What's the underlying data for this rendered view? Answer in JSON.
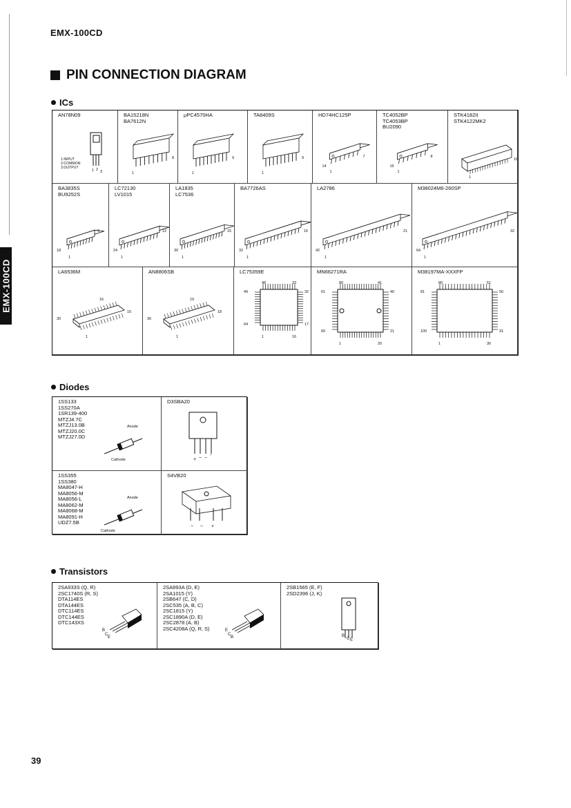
{
  "header": {
    "model": "EMX-100CD",
    "side_tab": "EMX-100CD",
    "page_number": "39"
  },
  "title": "PIN CONNECTION DIAGRAM",
  "sections": {
    "ics": "ICs",
    "diodes": "Diodes",
    "transistors": "Transistors"
  },
  "ics": [
    {
      "label": "AN78N09",
      "notes": [
        "1:INPUT",
        "2:COMMON",
        "3:OUTPUT"
      ],
      "pins": [
        "1",
        "2",
        "3"
      ]
    },
    {
      "label": "BA15218N\nBA7612N",
      "pins": [
        "1",
        "8"
      ]
    },
    {
      "label": "µPC4570HA",
      "pins": [
        "1",
        "9"
      ]
    },
    {
      "label": "TA8409S",
      "pins": [
        "1",
        "9"
      ]
    },
    {
      "label": "HD74HC125P",
      "pins": [
        "1",
        "14",
        "7"
      ]
    },
    {
      "label": "TC4052BP\nTC4053BP\nBU2090",
      "pins": [
        "1",
        "16",
        "8"
      ]
    },
    {
      "label": "STK4182II\nSTK4122MK2",
      "pins": [
        "1",
        "18"
      ]
    },
    {
      "label": "BA3835S\nBU9252S",
      "pins": [
        "18",
        "1",
        "9"
      ]
    },
    {
      "label": "LC72130\nLV1015",
      "pins": [
        "24",
        "1",
        "12"
      ]
    },
    {
      "label": "LA1835\nLC7536",
      "pins": [
        "30",
        "1",
        "15"
      ]
    },
    {
      "label": "BA7726AS",
      "pins": [
        "32",
        "1",
        "16"
      ]
    },
    {
      "label": "LA2786",
      "pins": [
        "42",
        "1",
        "21"
      ]
    },
    {
      "label": "M38024M6-260SP",
      "pins": [
        "64",
        "1",
        "32"
      ]
    },
    {
      "label": "LA6536M",
      "pins": [
        "16",
        "30",
        "15",
        "1"
      ]
    },
    {
      "label": "AN8806SB",
      "pins": [
        "19",
        "36",
        "18",
        "1"
      ]
    },
    {
      "label": "LC75359E",
      "pins": [
        "48",
        "33",
        "49",
        "32",
        "64",
        "17",
        "1",
        "16"
      ]
    },
    {
      "label": "MN66271RA",
      "pins": [
        "80",
        "41",
        "61",
        "40",
        "60",
        "21",
        "1",
        "20"
      ]
    },
    {
      "label": "M38197MA-XXXFP",
      "pins": [
        "80",
        "51",
        "81",
        "50",
        "100",
        "31",
        "1",
        "30"
      ]
    }
  ],
  "diodes": [
    {
      "label": "1SS133\n1SS270A\n1SR139-400\nMTZJ4.7C\nMTZJ13.0B\nMTZJ20.0C\nMTZJ27.0D",
      "anode": "Anode",
      "cathode": "Cathode"
    },
    {
      "label": "D3SBA20",
      "pins": [
        "+",
        "~",
        "~",
        "-"
      ]
    },
    {
      "label": "1SS355\n1SS380\nMA8047-H\nMA8056-M\nMA8056-L\nMA8062-M\nMA8068-M\nMA8091-H\nUDZ7.5B",
      "anode": "Anode",
      "cathode": "Cathode"
    },
    {
      "label": "S4VB20",
      "pins": [
        "-",
        "~",
        "~",
        "+"
      ]
    }
  ],
  "transistors": [
    {
      "label": "2SA933S (Q, R)\n2SC1740S (R, S)\nDTA114ES\nDTA144ES\nDTC114ES\nDTC144ES\nDTC143XS",
      "pins": [
        "B",
        "C",
        "E"
      ]
    },
    {
      "label": "2SA893A (D, E)\n2SA1015 (Y)\n2SB647 (C, D)\n2SC535 (A, B, C)\n2SC1815 (Y)\n2SC1890A (D, E)\n2SC2878 (A, B)\n2SC4208A (Q, R, S)",
      "pins": [
        "E",
        "C",
        "B"
      ]
    },
    {
      "label": "2SB1565 (E, F)\n2SD2396 (J, K)",
      "pins": [
        "B",
        "C",
        "E"
      ]
    }
  ]
}
